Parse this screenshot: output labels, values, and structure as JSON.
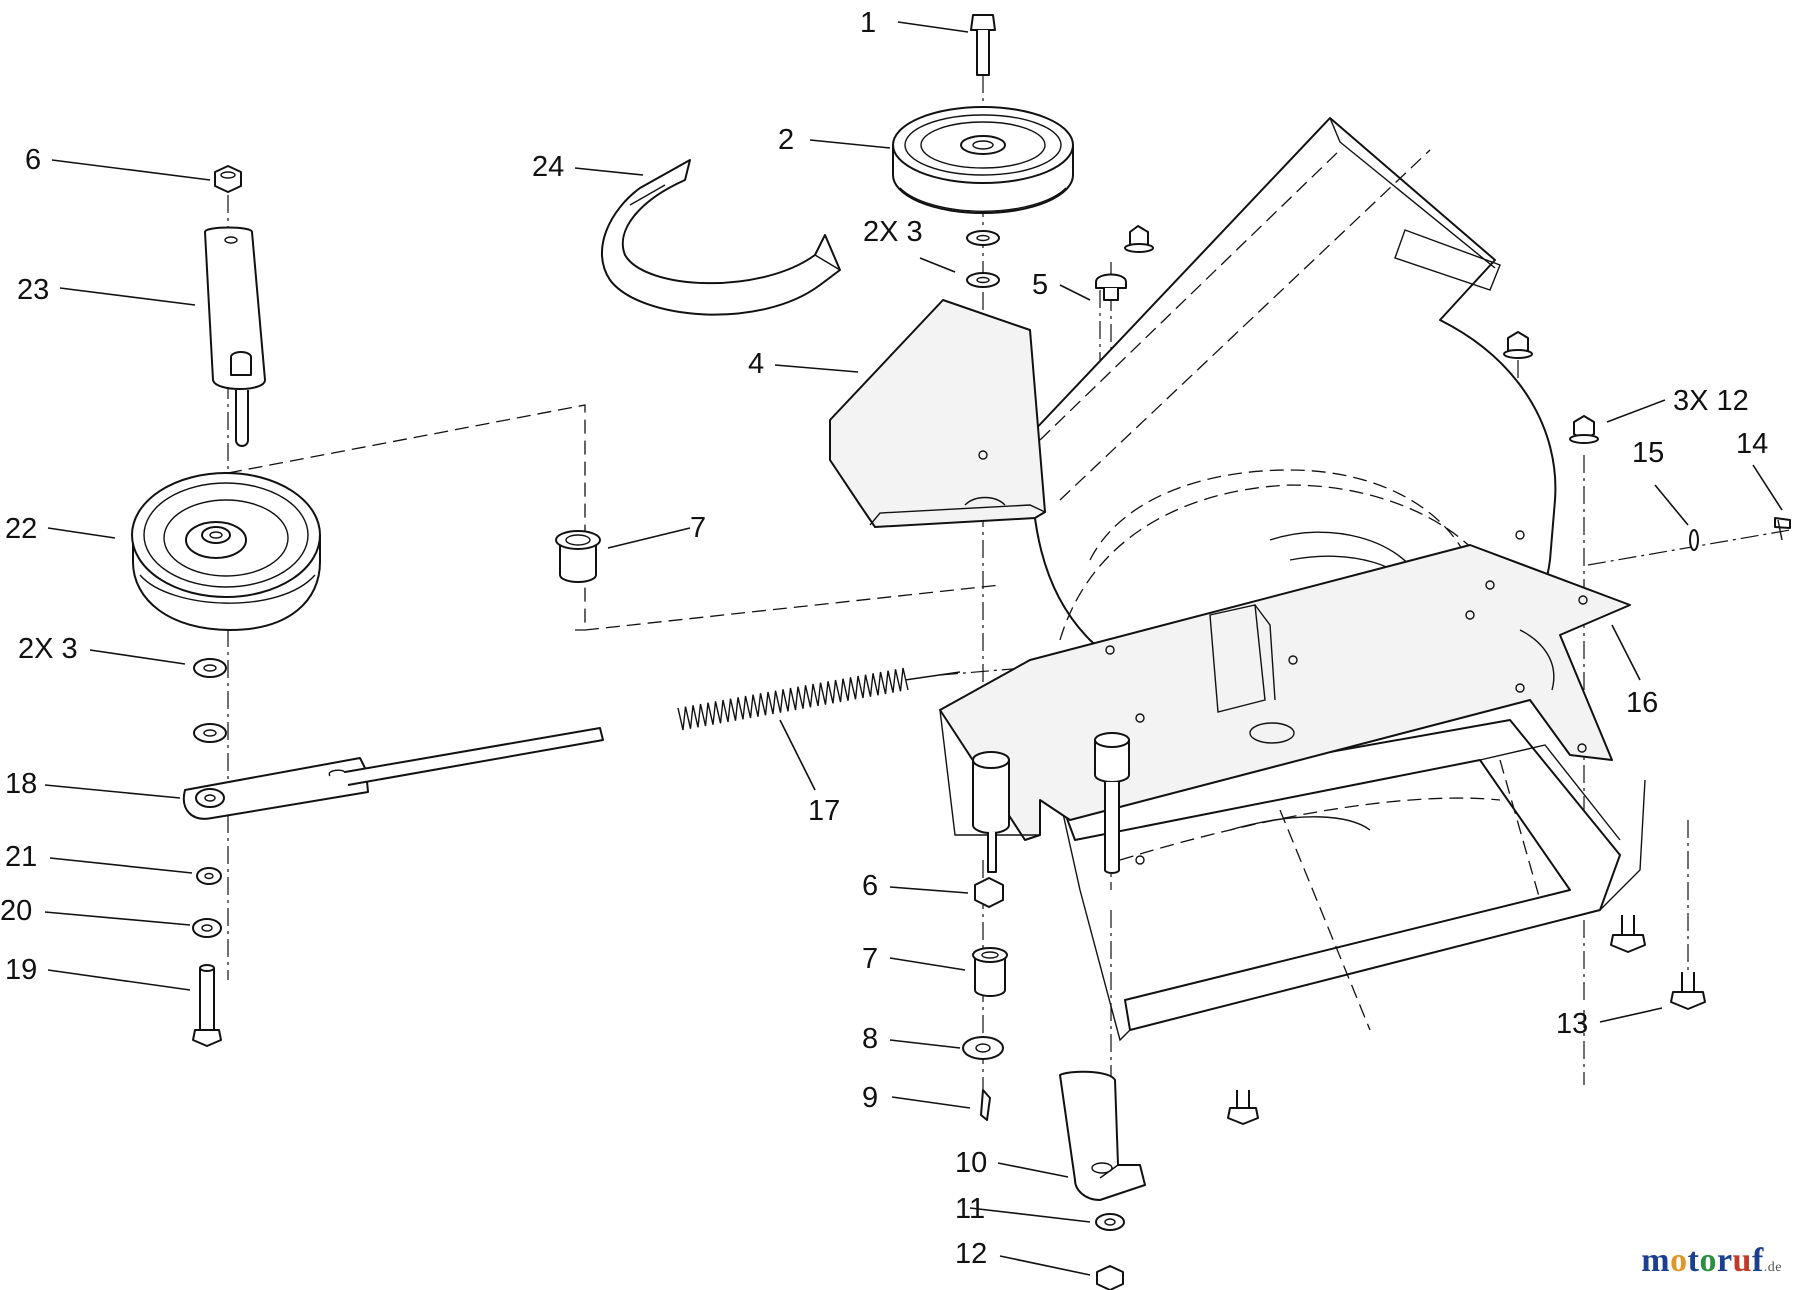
{
  "callouts": {
    "c1": "1",
    "c2": "2",
    "c2x3a": "2X 3",
    "c24": "24",
    "c6a": "6",
    "c23": "23",
    "c5": "5",
    "c4": "4",
    "c3x12": "3X 12",
    "c15": "15",
    "c14": "14",
    "c22": "22",
    "c7a": "7",
    "c2x3b": "2X 3",
    "c16": "16",
    "c18": "18",
    "c17": "17",
    "c21": "21",
    "c20": "20",
    "c19": "19",
    "c6b": "6",
    "c7b": "7",
    "c8": "8",
    "c9": "9",
    "c10": "10",
    "c11": "11",
    "c12": "12",
    "c13": "13"
  },
  "watermark": {
    "brand": "motoruf",
    "tld": ".de"
  }
}
